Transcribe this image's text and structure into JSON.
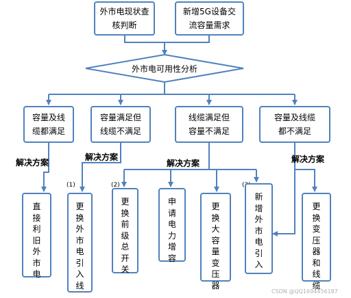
{
  "top_boxes": [
    {
      "text": "外市电现状查核判断"
    },
    {
      "text": "新增5G设备交流容量需求"
    }
  ],
  "decision": {
    "text": "外市电可用性分析"
  },
  "categories": [
    {
      "text": "容量及线缆都满足"
    },
    {
      "text": "容量满足但线缆不满足"
    },
    {
      "text": "线缆满足但容量不满足"
    },
    {
      "text": "容量及线缆都不满足"
    }
  ],
  "labels": {
    "solution": "解决方案"
  },
  "markers": [
    "(1)",
    "(2)",
    "(3)"
  ],
  "solutions": [
    {
      "text": "直接利旧外市电"
    },
    {
      "text": "更换外市电引入线"
    },
    {
      "text": "更换前级总开关"
    },
    {
      "text": "申请电力增容"
    },
    {
      "text": "更换大容量变压器"
    },
    {
      "text": "新增外市电引入"
    },
    {
      "text": "更换变压器和线缆"
    }
  ],
  "watermark": "CSDN @QQ1694456187",
  "colors": {
    "line": "#4f81bd",
    "box_border": "#4f81bd",
    "text": "#000000"
  }
}
